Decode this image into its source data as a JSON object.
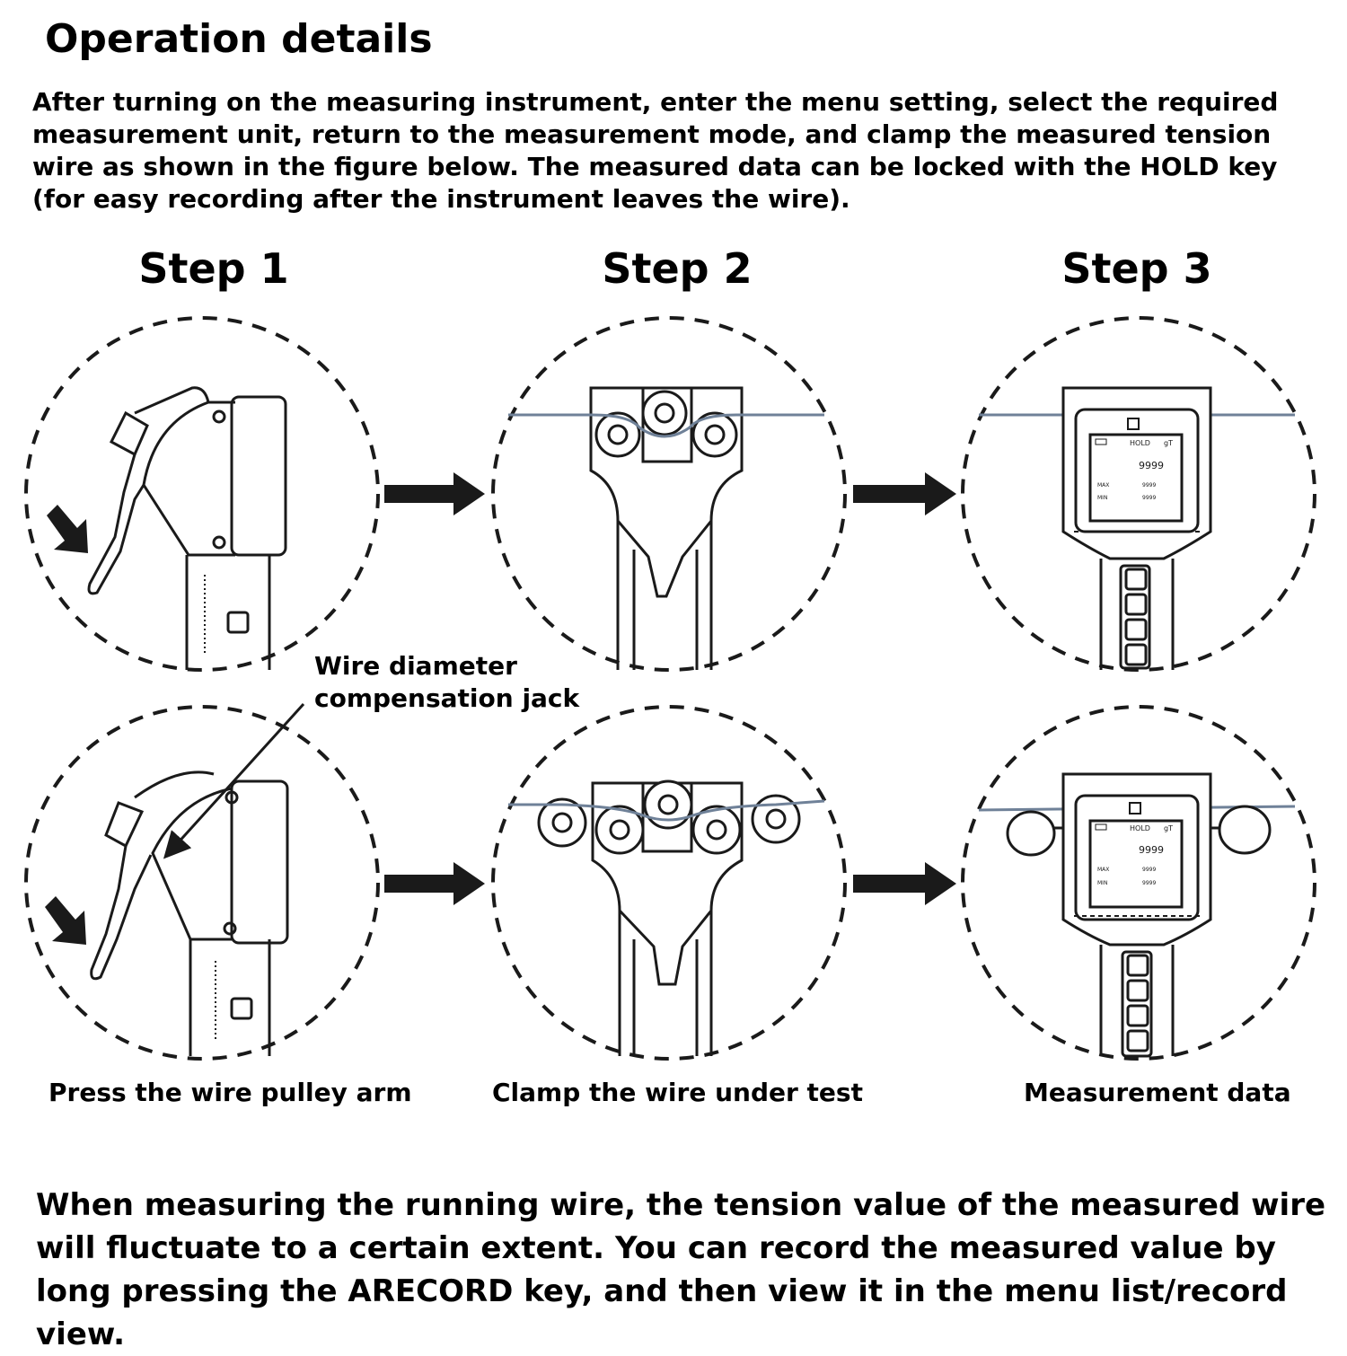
{
  "title": "Operation details",
  "intro": "After turning on the measuring instrument, enter the menu setting, select the required measurement unit, return to the measurement mode, and clamp the measured tension wire as shown in the figure below. The measured data can be locked with the HOLD key (for easy recording after the instrument leaves the wire).",
  "steps": [
    {
      "label": "Step 1",
      "caption": "Press the wire pulley arm"
    },
    {
      "label": "Step 2",
      "caption": "Clamp the wire under test"
    },
    {
      "label": "Step 3",
      "caption": "Measurement data"
    }
  ],
  "callout": {
    "line1": "Wire diameter",
    "line2": "compensation jack"
  },
  "device_screen": {
    "hold": "HOLD",
    "unit": "gT",
    "reading": "9999",
    "max_label": "MAX",
    "min_label": "MIN",
    "max_value": "9999",
    "min_value": "9999"
  },
  "footer": "When measuring the running wire, the tension value of the measured wire will fluctuate to a certain extent. You can record the measured value by long pressing the ARECORD key, and then view it in the menu list/record view.",
  "colors": {
    "wire": "#6f8198",
    "ink": "#1a1a1a"
  }
}
